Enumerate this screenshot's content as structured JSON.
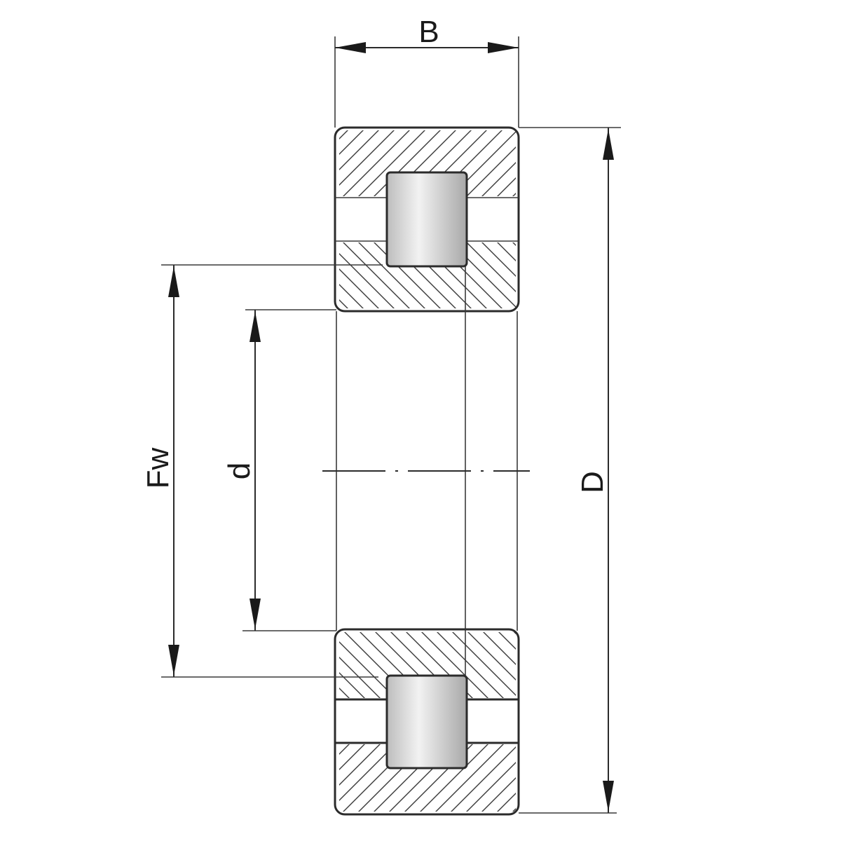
{
  "drawing": {
    "labels": {
      "width": "B",
      "outer_diameter": "D",
      "bore_diameter": "d",
      "raceway_diameter": "Fw"
    },
    "colors": {
      "line": "#2b2b2b",
      "roller_fill": "#d9d9d9",
      "background": "#ffffff"
    }
  }
}
